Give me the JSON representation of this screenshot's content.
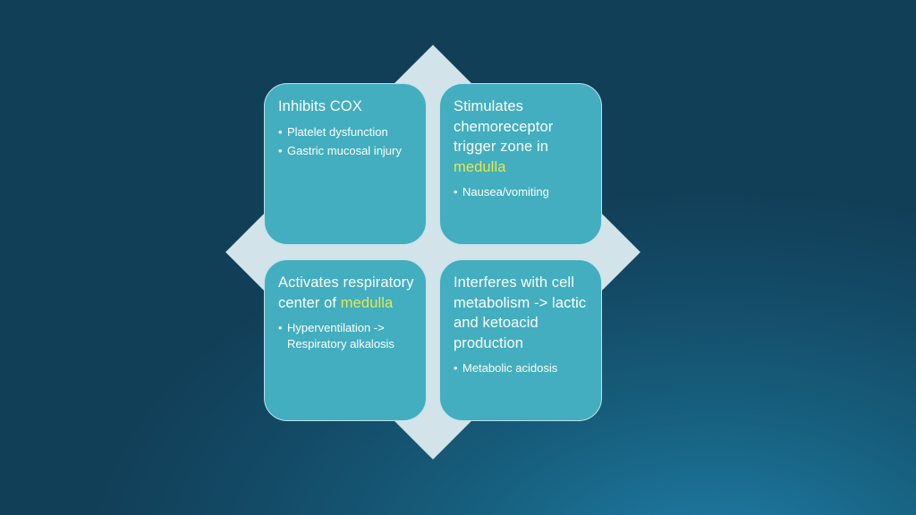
{
  "boxes": [
    {
      "title": "Inhibits COX",
      "title_highlight": "",
      "bullets": [
        "Platelet dysfunction",
        "Gastric mucosal injury"
      ]
    },
    {
      "title": "Stimulates chemoreceptor trigger zone in",
      "title_highlight": "medulla",
      "bullets": [
        "Nausea/vomiting"
      ]
    },
    {
      "title": "Activates respiratory center of",
      "title_highlight": "medulla",
      "bullets": [
        "Hyperventilation -> Respiratory alkalosis"
      ]
    },
    {
      "title": "Interferes with cell metabolism -> lactic and ketoacid production",
      "title_highlight": "",
      "bullets": [
        "Metabolic acidosis"
      ]
    }
  ],
  "colors": {
    "box": "#42aebf",
    "diamond": "#d3e3ea",
    "highlight": "#e6e84a"
  }
}
